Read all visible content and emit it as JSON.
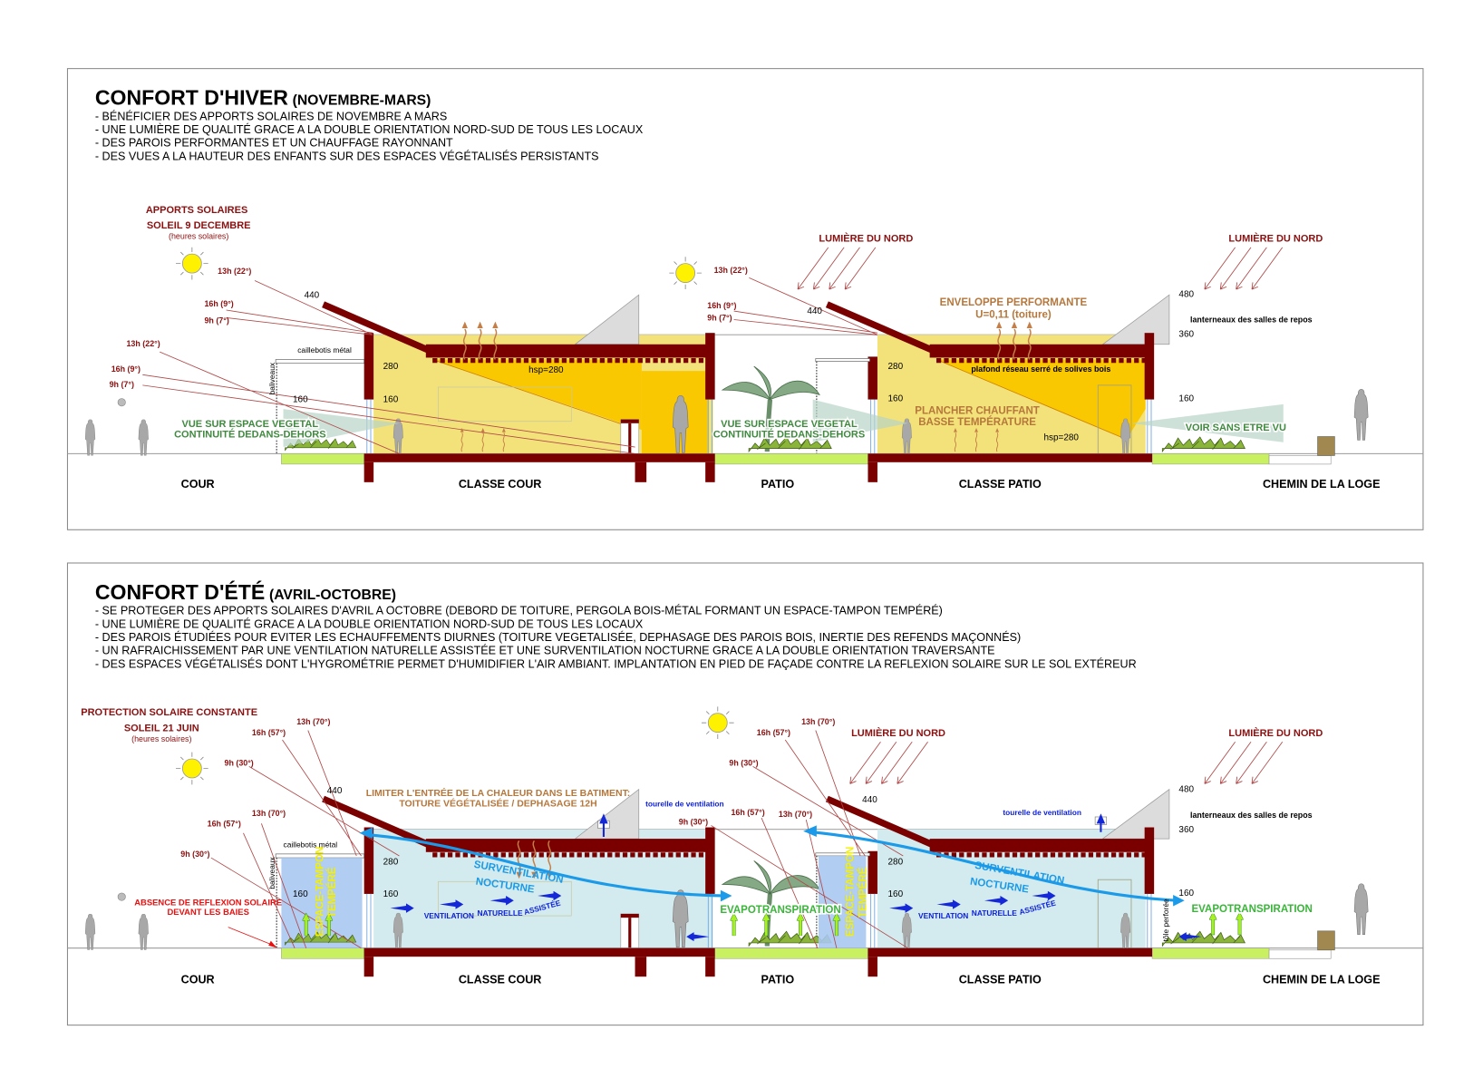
{
  "winter": {
    "title": "CONFORT D'HIVER",
    "subtitle": "(NOVEMBRE-MARS)",
    "bullets": [
      "- BÉNÉFICIER DES APPORTS SOLAIRES DE NOVEMBRE A MARS",
      "- UNE LUMIÈRE DE QUALITÉ GRACE A LA DOUBLE ORIENTATION NORD-SUD DE TOUS LES LOCAUX",
      "- DES PAROIS PERFORMANTES ET UN CHAUFFAGE RAYONNANT",
      "- DES VUES A LA HAUTEUR DES ENFANTS SUR DES ESPACES VÉGÉTALISÉS PERSISTANTS"
    ],
    "sun_title": "APPORTS SOLAIRES",
    "sun_date": "SOLEIL 9 DECEMBRE",
    "sun_note": "(heures solaires)",
    "angles": [
      "13h (22°)",
      "16h (9°)",
      "9h (7°)",
      "13h (22°)",
      "16h (9°)",
      "9h (7°)",
      "13h (22°)",
      "16h (9°)",
      "9h (7°)"
    ],
    "north_light": [
      "LUMIÈRE DU NORD",
      "LUMIÈRE DU NORD"
    ],
    "envelope": [
      "ENVELOPPE PERFORMANTE",
      "U=0,11 (toiture)"
    ],
    "view": [
      "VUE SUR ESPACE VEGETAL",
      "CONTINUITÉ DEDANS-DEHORS"
    ],
    "floor_heat": [
      "PLANCHER CHAUFFANT",
      "BASSE TEMPÉRATURE"
    ],
    "see_unseen": "VOIR SANS ETRE VU",
    "ceiling": "plafond réseau serré de solives bois",
    "hsp": "hsp=280"
  },
  "summer": {
    "title": "CONFORT D'ÉTÉ",
    "subtitle": "(AVRIL-OCTOBRE)",
    "bullets": [
      "- SE PROTEGER DES APPORTS SOLAIRES D'AVRIL A OCTOBRE (DEBORD DE TOITURE, PERGOLA BOIS-MÉTAL FORMANT UN ESPACE-TAMPON TEMPÉRÉ)",
      "- UNE LUMIÈRE DE QUALITÉ GRACE A LA DOUBLE ORIENTATION NORD-SUD DE TOUS LES LOCAUX",
      "- DES PAROIS ÉTUDIÉES POUR EVITER LES ECHAUFFEMENTS DIURNES (TOITURE VEGETALISÉE, DEPHASAGE DES PAROIS BOIS, INERTIE DES REFENDS MAÇONNÉS)",
      "- UN RAFRAICHISSEMENT PAR UNE VENTILATION NATURELLE ASSISTÉE ET UNE SURVENTILATION NOCTURNE GRACE A LA DOUBLE ORIENTATION TRAVERSANTE",
      "- DES ESPACES VÉGÉTALISÉS DONT L'HYGROMÉTRIE PERMET D'HUMIDIFIER L'AIR AMBIANT. IMPLANTATION EN PIED DE FAÇADE CONTRE LA REFLEXION SOLAIRE SUR LE SOL EXTÉREUR"
    ],
    "sun_title": "PROTECTION SOLAIRE CONSTANTE",
    "sun_date": "SOLEIL 21 JUIN",
    "sun_note": "(heures solaires)",
    "angles": [
      "13h (70°)",
      "16h (57°)",
      "9h (30°)",
      "13h (70°)",
      "16h (57°)",
      "9h (30°)",
      "13h (70°)",
      "16h (57°)",
      "9h (30°)",
      "9h (30°)",
      "16h (57°)",
      "13h (70°)"
    ],
    "north_light": [
      "LUMIÈRE DU NORD",
      "LUMIÈRE DU NORD"
    ],
    "heat_limit": [
      "LIMITER L'ENTRÉE DE LA CHALEUR DANS LE BATIMENT:",
      "TOITURE VÉGÉTALISÉE / DEPHASAGE 12H"
    ],
    "turret": "tourelle de ventilation",
    "night_vent": [
      "SURVENTILATION",
      "NOCTURNE"
    ],
    "vent": [
      "VENTILATION",
      "NATURELLE",
      "ASSISTÉE"
    ],
    "buffer": [
      "ESPACE-TAMPON",
      "TEMPÉRÉ"
    ],
    "no_reflection": [
      "ABSENCE DE REFLEXION SOLAIRE",
      "DEVANT LES BAIES"
    ],
    "evapo": "EVAPOTRANSPIRATION",
    "perforated": "tôle perforée"
  },
  "common": {
    "rooms": [
      "COUR",
      "CLASSE COUR",
      "PATIO",
      "CLASSE PATIO",
      "CHEMIN DE LA LOGE"
    ],
    "dims": {
      "d440": "440",
      "d280": "280",
      "d160": "160",
      "d480": "480",
      "d360": "360"
    },
    "grating": "caillebotis métal",
    "saplings": "baliveaux",
    "skylights": "lanterneaux des salles de repos"
  },
  "colors": {
    "structure": "#7a0000",
    "winter_interior": "#f3e27a",
    "winter_sun_zone": "#f9c800",
    "summer_interior": "#d3ebee",
    "planting": "#c8f060",
    "air": "#1a9ae8"
  }
}
